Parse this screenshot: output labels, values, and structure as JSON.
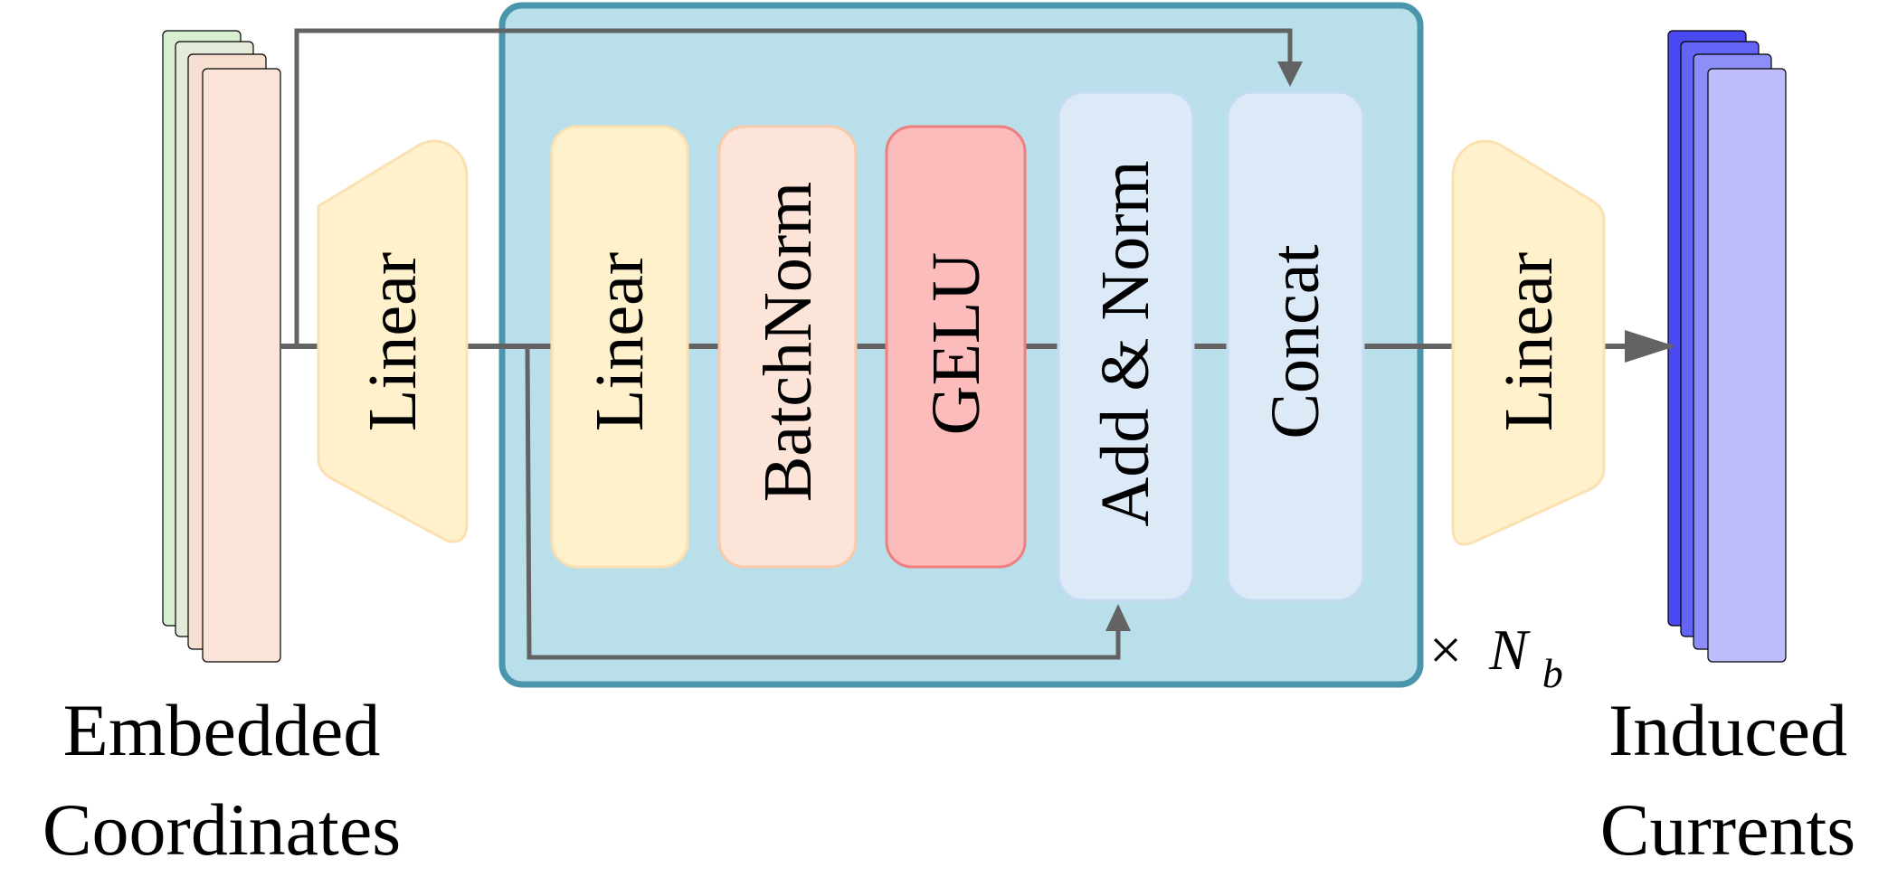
{
  "diagram": {
    "input_label_line1": "Embedded",
    "input_label_line2": "Coordinates",
    "output_label_line1": "Induced",
    "output_label_line2": "Currents",
    "blocks": {
      "input_linear": "Linear",
      "linear": "Linear",
      "batchnorm": "BatchNorm",
      "gelu": "GELU",
      "add_norm": "Add & Norm",
      "concat": "Concat",
      "output_linear": "Linear"
    },
    "repeat_symbol": "×",
    "repeat_var": "N",
    "repeat_sub": "b"
  },
  "colors": {
    "input_stack": [
      "#d8efcf",
      "#e4ebd9",
      "#f7dfd1",
      "#fce4da"
    ],
    "output_stack": [
      "#4a4af0",
      "#6464f7",
      "#8e8ef9",
      "#bdbdfc"
    ],
    "linear_fill": "#fff1cc",
    "linear_stroke": "#fbe0b2",
    "batchnorm_fill": "#fce5d8",
    "batchnorm_stroke": "#f8c9aa",
    "gelu_fill": "#fdbcbc",
    "gelu_stroke": "#ef7f7f",
    "light_block_fill": "#dce9f6",
    "light_block_stroke": "#c5dbf3",
    "container_fill": "#b9dfea",
    "container_stroke": "#4a96ac",
    "arrow": "#636363"
  }
}
